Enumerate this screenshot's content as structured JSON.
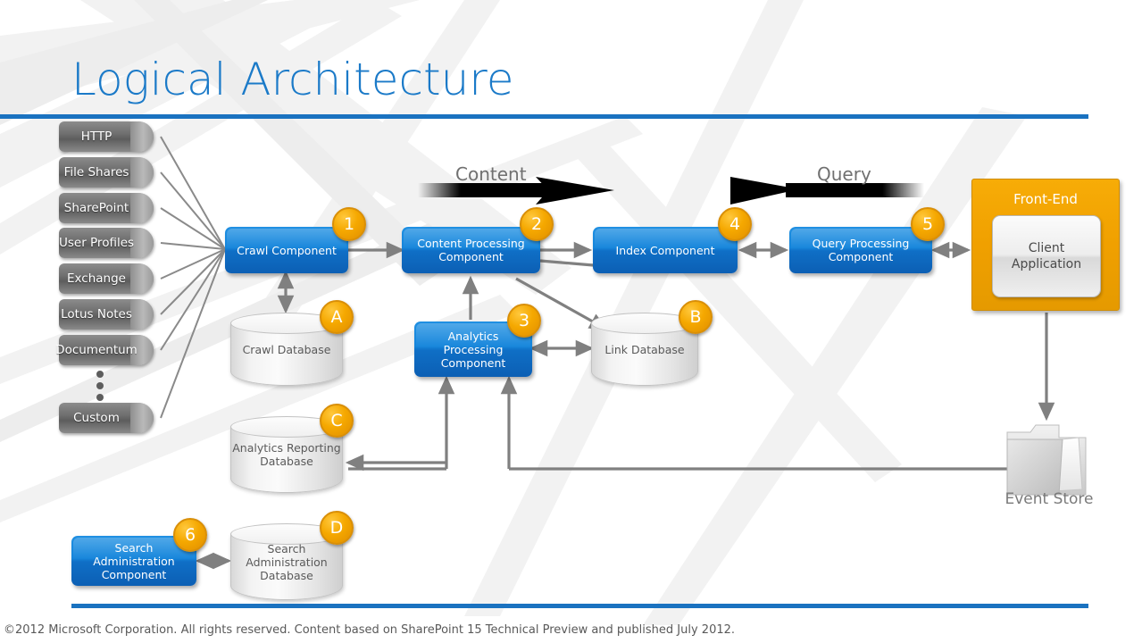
{
  "page": {
    "title": "Logical Architecture",
    "footer": "©2012 Microsoft Corporation. All rights reserved. Content based on SharePoint 15 Technical Preview and published July 2012.",
    "accent_blue": "#1a72c0",
    "component_blue": "#0f6fc6",
    "badge_orange": "#f0a000",
    "frontend_orange": "#f0a000",
    "source_gray": "#6e6e6e"
  },
  "flows": {
    "content": "Content",
    "query": "Query"
  },
  "content_sources": [
    {
      "label": "HTTP"
    },
    {
      "label": "File Shares"
    },
    {
      "label": "SharePoint"
    },
    {
      "label": "User Profiles"
    },
    {
      "label": "Exchange"
    },
    {
      "label": "Lotus Notes"
    },
    {
      "label": "Documentum"
    },
    {
      "label": "Custom"
    }
  ],
  "components": [
    {
      "label": "Crawl Component",
      "badge": "1"
    },
    {
      "label": "Content Processing Component",
      "badge": "2"
    },
    {
      "label": "Analytics Processing Component",
      "badge": "3"
    },
    {
      "label": "Index Component",
      "badge": "4"
    },
    {
      "label": "Query Processing Component",
      "badge": "5"
    },
    {
      "label": "Search Administration Component",
      "badge": "6"
    }
  ],
  "databases": [
    {
      "label": "Crawl Database",
      "badge": "A"
    },
    {
      "label": "Link Database",
      "badge": "B"
    },
    {
      "label": "Analytics Reporting Database",
      "badge": "C"
    },
    {
      "label": "Search Administration Database",
      "badge": "D"
    }
  ],
  "frontend": {
    "title": "Front-End",
    "client": "Client Application"
  },
  "event_store": {
    "label": "Event Store"
  }
}
